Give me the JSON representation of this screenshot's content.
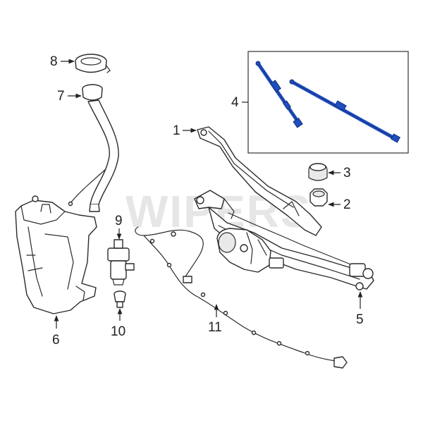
{
  "watermark": "WIPERS",
  "callouts": {
    "c1": "1",
    "c2": "2",
    "c3": "3",
    "c4": "4",
    "c5": "5",
    "c6": "6",
    "c7": "7",
    "c8": "8",
    "c9": "9",
    "c10": "10",
    "c11": "11"
  },
  "colors": {
    "blade_highlight": "#1f4fbf",
    "line_art": "#2a2a2a",
    "watermark": "#d2d2d2"
  }
}
